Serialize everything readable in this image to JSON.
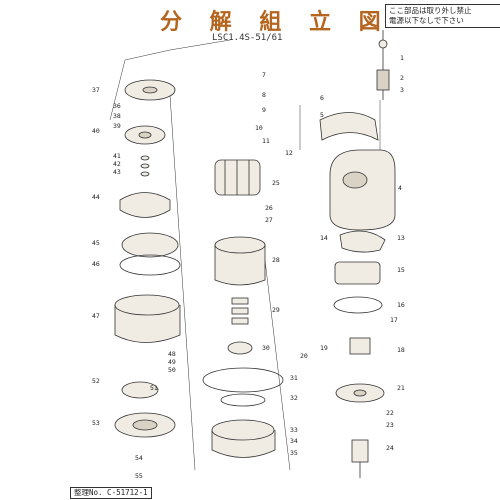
{
  "header": {
    "title": "分 解 組 立 図",
    "model": "LSC1.4S-51/61",
    "notice_line1": "ここ部品は取り外し禁止",
    "notice_line2": "電源以下なしで下さい"
  },
  "footer": {
    "ref": "整理No. C-51712-1"
  },
  "part_labels": [
    "1",
    "2",
    "3",
    "4",
    "5",
    "6",
    "7",
    "8",
    "9",
    "10",
    "11",
    "12",
    "13",
    "14",
    "15",
    "16",
    "17",
    "18",
    "19",
    "20",
    "21",
    "22",
    "23",
    "24",
    "25",
    "26",
    "27",
    "28",
    "29",
    "30",
    "31",
    "32",
    "33",
    "34",
    "35",
    "36",
    "37",
    "38",
    "39",
    "40",
    "41",
    "42",
    "43",
    "44",
    "45",
    "46",
    "47",
    "48",
    "49",
    "50",
    "51",
    "52",
    "53",
    "54",
    "55"
  ],
  "colors": {
    "line": "#333333",
    "title": "#b5651d",
    "part_fill": "#f1ece3",
    "shade": "#d9d2c5"
  }
}
